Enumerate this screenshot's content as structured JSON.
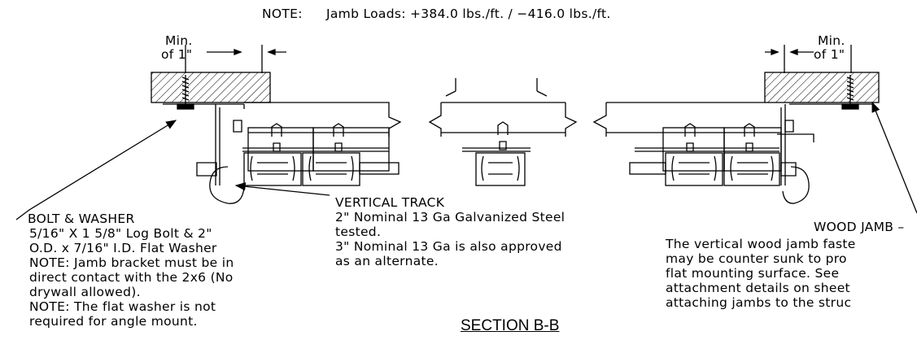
{
  "note": {
    "prefix": "NOTE:",
    "text": "Jamb Loads:  +384.0 lbs./ft.  /  −416.0 lbs./ft."
  },
  "dimensions": {
    "left_min": [
      "Min.",
      "of 1\""
    ],
    "right_min": [
      "Min.",
      "of 1\""
    ]
  },
  "bolt_washer": {
    "heading": "BOLT & WASHER",
    "lines": [
      "5/16\" X 1 5/8\" Log Bolt & 2\"",
      "O.D. x 7/16\" I.D. Flat Washer",
      "NOTE:  Jamb bracket must be in",
      "direct contact with the 2x6 (No",
      "drywall allowed).",
      "NOTE: The flat washer is not",
      "required for angle mount."
    ]
  },
  "vertical_track": {
    "heading": "VERTICAL TRACK",
    "lines": [
      "2\" Nominal 13 Ga Galvanized Steel",
      "tested.",
      "3\" Nominal 13 Ga is also approved",
      "as an alternate."
    ]
  },
  "wood_jamb": {
    "heading": "WOOD JAMB –",
    "lines": [
      "The vertical wood jamb faste",
      "may be counter sunk to pro",
      "flat mounting surface.  See",
      "attachment details on sheet",
      "attaching jambs to the struc"
    ]
  },
  "section_title": "SECTION B-B"
}
